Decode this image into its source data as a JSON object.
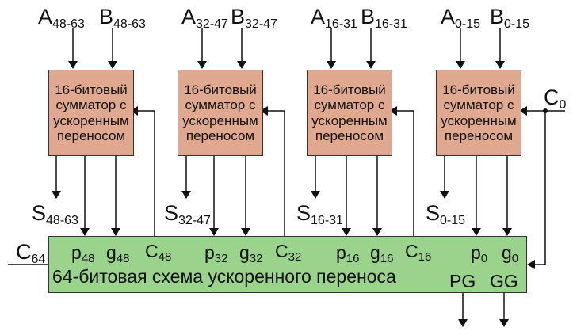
{
  "title": "64-битовая схема ускоренного переноса",
  "colors": {
    "adder_fill": "#e0a88e",
    "cla_fill": "#9ad38b",
    "line": "#111111"
  },
  "adders": [
    {
      "text": [
        "16-битовый",
        "сумматор с",
        "ускоренным",
        "переносом"
      ],
      "a": {
        "base": "A",
        "sub": "48-63"
      },
      "b": {
        "base": "B",
        "sub": "48-63"
      },
      "s": {
        "base": "S",
        "sub": "48-63"
      }
    },
    {
      "text": [
        "16-битовый",
        "сумматор с",
        "ускоренным",
        "переносом"
      ],
      "a": {
        "base": "A",
        "sub": "32-47"
      },
      "b": {
        "base": "B",
        "sub": "32-47"
      },
      "s": {
        "base": "S",
        "sub": "32-47"
      }
    },
    {
      "text": [
        "16-битовый",
        "сумматор с",
        "ускоренным",
        "переносом"
      ],
      "a": {
        "base": "A",
        "sub": "16-31"
      },
      "b": {
        "base": "B",
        "sub": "16-31"
      },
      "s": {
        "base": "S",
        "sub": "16-31"
      }
    },
    {
      "text": [
        "16-битовый",
        "сумматор с",
        "ускоренным",
        "переносом"
      ],
      "a": {
        "base": "A",
        "sub": "0-15"
      },
      "b": {
        "base": "B",
        "sub": "0-15"
      },
      "s": {
        "base": "S",
        "sub": "0-15"
      }
    }
  ],
  "cla_ports": [
    {
      "base": "p",
      "sub": "48"
    },
    {
      "base": "g",
      "sub": "48"
    },
    {
      "base": "C",
      "sub": "48"
    },
    {
      "base": "p",
      "sub": "32"
    },
    {
      "base": "g",
      "sub": "32"
    },
    {
      "base": "C",
      "sub": "32"
    },
    {
      "base": "p",
      "sub": "16"
    },
    {
      "base": "g",
      "sub": "16"
    },
    {
      "base": "C",
      "sub": "16"
    },
    {
      "base": "p",
      "sub": "0"
    },
    {
      "base": "g",
      "sub": "0"
    }
  ],
  "c0": {
    "base": "C",
    "sub": "0"
  },
  "c64": {
    "base": "C",
    "sub": "64"
  },
  "outputs": [
    "PG",
    "GG"
  ]
}
